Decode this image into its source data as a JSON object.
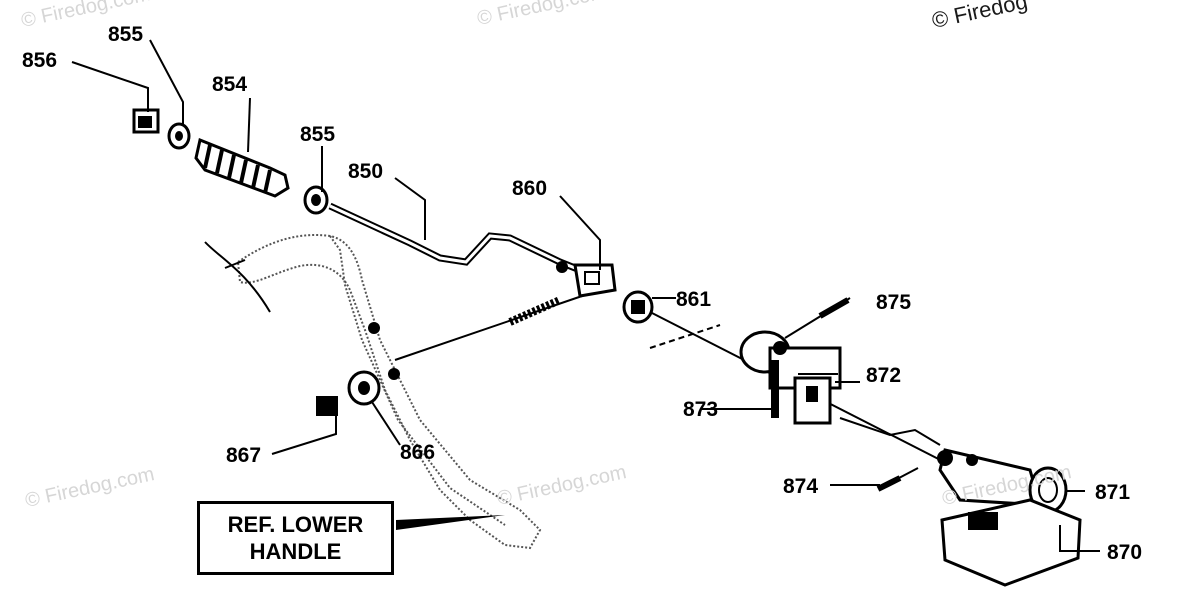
{
  "labels": {
    "p856": "856",
    "p855a": "855",
    "p854": "854",
    "p855b": "855",
    "p850": "850",
    "p860": "860",
    "p861": "861",
    "p875": "875",
    "p872": "872",
    "p873": "873",
    "p874": "874",
    "p871": "871",
    "p870": "870",
    "p867": "867",
    "p866": "866"
  },
  "reference": {
    "line1": "REF. LOWER",
    "line2": "HANDLE"
  },
  "watermarks": {
    "text": "© Firedog.com",
    "corner": "© Firedog"
  }
}
